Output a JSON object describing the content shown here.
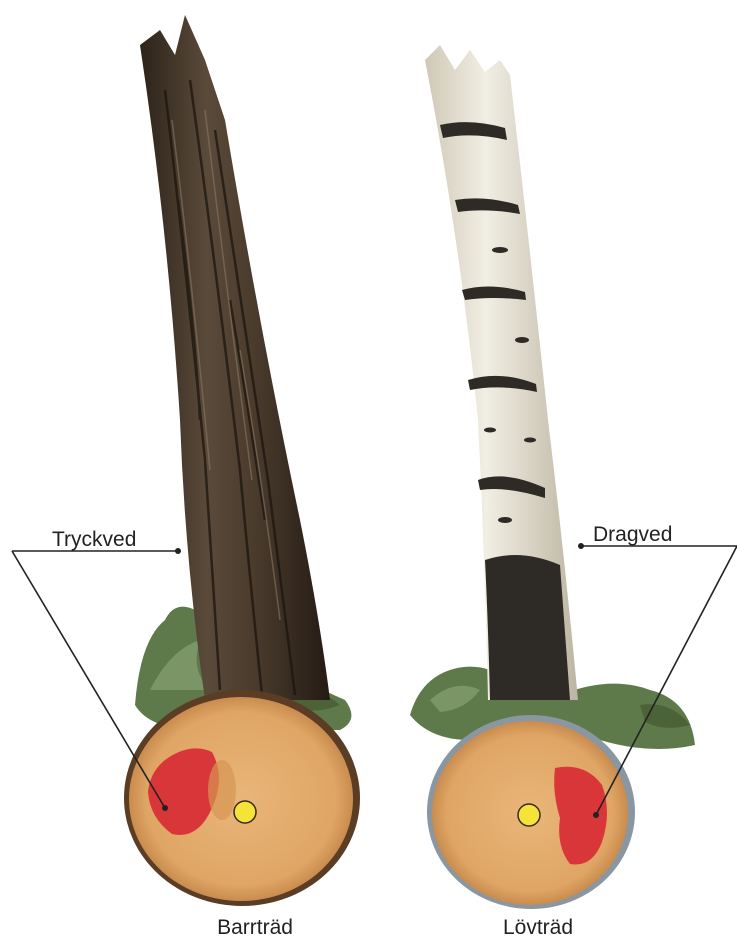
{
  "labels": {
    "conifer_wood": "Tryckved",
    "deciduous_wood": "Dragved",
    "conifer": "Barrträd",
    "deciduous": "Lövträd"
  },
  "colors": {
    "log_face": "#e0a96b",
    "highlight": "#d9363a",
    "pith": "#f6e33a",
    "bark_dark": "#3f3225",
    "birch_white": "#ece8dc",
    "moss": "#5f7a4a"
  }
}
